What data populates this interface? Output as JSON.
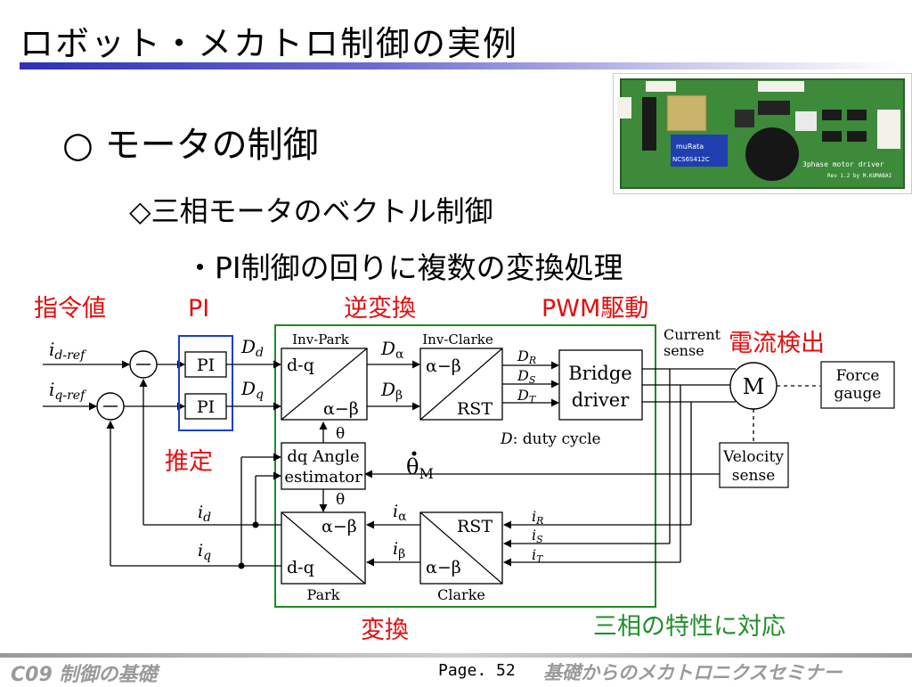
{
  "slide": {
    "title": "ロボット・メカトロ制御の実例",
    "bullet_main": "○ モータの制御",
    "bullet_sub": "◇三相モータのベクトル制御",
    "bullet_sub2": "・PI制御の回りに複数の変換処理"
  },
  "photo": {
    "board_text": "3phase motor driver",
    "rev_text": "Rev 1.2  by M.KUMABAI",
    "module_brand": "muRata",
    "module_part": "NCS6S412C"
  },
  "labels": {
    "command": "指令値",
    "pi": "PI",
    "inverse": "逆変換",
    "pwm": "PWM駆動",
    "current_detect": "電流検出",
    "estimate": "推定",
    "transform": "変換",
    "three_phase": "三相の特性に対応"
  },
  "diagram": {
    "id_ref": "i",
    "id_ref_sub": "d-ref",
    "iq_ref": "i",
    "iq_ref_sub": "q-ref",
    "pi_block_top": "PI",
    "pi_block_bottom": "PI",
    "dd": "D",
    "dd_sub": "d",
    "dq": "D",
    "dq_sub": "q",
    "inv_park_title": "Inv-Park",
    "inv_park_in": "d-q",
    "inv_park_out": "α−β",
    "d_alpha": "D",
    "d_alpha_sub": "α",
    "d_beta": "D",
    "d_beta_sub": "β",
    "inv_clarke_title": "Inv-Clarke",
    "inv_clarke_in": "α−β",
    "inv_clarke_out": "RST",
    "dr": "D",
    "dr_sub": "R",
    "ds": "D",
    "ds_sub": "S",
    "dt": "D",
    "dt_sub": "T",
    "bridge_line1": "Bridge",
    "bridge_line2": "driver",
    "current_sense_line1": "Current",
    "current_sense_line2": "sense",
    "motor": "M",
    "force_line1": "Force",
    "force_line2": "gauge",
    "duty_d": "D",
    "duty_text": ": duty cycle",
    "theta_upper": "θ",
    "angle_est_line1": "dq Angle",
    "angle_est_line2": "estimator",
    "theta_m": "θ",
    "theta_m_sub": "M",
    "velocity_line1": "Velocity",
    "velocity_line2": "sense",
    "theta_lower": "θ",
    "id_fb": "i",
    "id_fb_sub": "d",
    "iq_fb": "i",
    "iq_fb_sub": "q",
    "park_out": "α−β",
    "park_in": "d-q",
    "park_title": "Park",
    "i_alpha": "i",
    "i_alpha_sub": "α",
    "i_beta": "i",
    "i_beta_sub": "β",
    "clarke_in": "RST",
    "clarke_out": "α−β",
    "clarke_title": "Clarke",
    "ir": "i",
    "ir_sub": "R",
    "is": "i",
    "is_sub": "S",
    "it": "i",
    "it_sub": "T"
  },
  "footer": {
    "left": "C09  制御の基礎",
    "page": "Page. 52",
    "right": "基礎からのメカトロニクスセミナー"
  },
  "colors": {
    "red_label": "#e01010",
    "green_label": "#20902a",
    "pi_box": "#1a3fd0",
    "group_box": "#1f8a1f",
    "title_rule": "#2f2fb8",
    "footer_gray": "#9a9a9a"
  }
}
